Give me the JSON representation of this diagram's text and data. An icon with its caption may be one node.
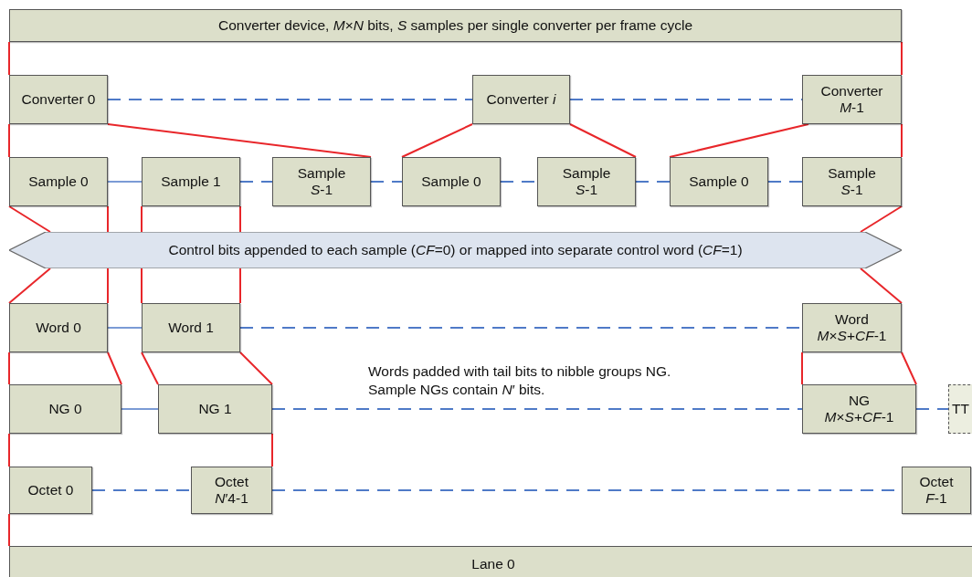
{
  "diagram": {
    "nodes": [
      {
        "text": [
          "Converter device, *M*×*N* bits, *S* samples per single converter per frame cycle"
        ]
      },
      {
        "text": [
          "Converter 0"
        ]
      },
      {
        "text": [
          "Converter *i*"
        ]
      },
      {
        "text": [
          "Converter *M*-1"
        ]
      },
      {
        "text": [
          "Sample 0"
        ]
      },
      {
        "text": [
          "Sample 1"
        ]
      },
      {
        "text": [
          "Sample *S*-1"
        ]
      },
      {
        "text": [
          "Sample 0"
        ]
      },
      {
        "text": [
          "Sample *S*-1"
        ]
      },
      {
        "text": [
          "Sample 0"
        ]
      },
      {
        "text": [
          "Sample *S*-1"
        ]
      },
      {
        "text": [
          "Control bits appended to each sample (*CF*=0) or mapped into separate control word (*CF*=1)"
        ]
      },
      {
        "text": [
          "Word 0"
        ]
      },
      {
        "text": [
          "Word 1"
        ]
      },
      {
        "text": [
          "Word *M*×*S*+*CF*-1"
        ]
      },
      {
        "text": [
          "NG 0"
        ]
      },
      {
        "text": [
          "NG 1"
        ]
      },
      {
        "text": [
          "NG *M*×*S*+*CF*-1"
        ]
      },
      {
        "text": [
          "TT"
        ]
      },
      {
        "text": [
          "Octet 0"
        ]
      },
      {
        "text": [
          "Octet *N*′4-1"
        ]
      },
      {
        "text": [
          "Octet *F*-1"
        ]
      },
      {
        "text": [
          "Lane 0"
        ]
      }
    ],
    "edges": [
      {
        "from": 0,
        "to": 1,
        "arrow": "none"
      },
      {
        "from": 0,
        "to": 3,
        "arrow": "none"
      },
      {
        "from": 1,
        "to": 4,
        "arrow": "none"
      },
      {
        "from": 1,
        "to": 6,
        "arrow": "none"
      },
      {
        "from": 2,
        "to": 7,
        "arrow": "none"
      },
      {
        "from": 2,
        "to": 8,
        "arrow": "none"
      },
      {
        "from": 3,
        "to": 9,
        "arrow": "none"
      },
      {
        "from": 3,
        "to": 10,
        "arrow": "none"
      },
      {
        "from": 4,
        "to": 11,
        "arrow": "none"
      },
      {
        "from": 4,
        "to": 11,
        "arrow": "none"
      },
      {
        "from": 5,
        "to": 11,
        "arrow": "none"
      },
      {
        "from": 5,
        "to": 11,
        "arrow": "none"
      },
      {
        "from": 10,
        "to": 11,
        "arrow": "none"
      },
      {
        "from": 11,
        "to": 12,
        "arrow": "none"
      },
      {
        "from": 11,
        "to": 12,
        "arrow": "none"
      },
      {
        "from": 11,
        "to": 13,
        "arrow": "none"
      },
      {
        "from": 11,
        "to": 13,
        "arrow": "none"
      },
      {
        "from": 11,
        "to": 14,
        "arrow": "none"
      },
      {
        "from": 12,
        "to": 15,
        "arrow": "none"
      },
      {
        "from": 12,
        "to": 15,
        "arrow": "none"
      },
      {
        "from": 13,
        "to": 16,
        "arrow": "none"
      },
      {
        "from": 13,
        "to": 16,
        "arrow": "none"
      },
      {
        "from": 14,
        "to": 17,
        "arrow": "none"
      },
      {
        "from": 14,
        "to": 17,
        "arrow": "none"
      },
      {
        "from": 15,
        "to": 19,
        "arrow": "none"
      },
      {
        "from": 16,
        "to": 20,
        "arrow": "none"
      },
      {
        "from": 19,
        "to": 22,
        "arrow": "none"
      },
      {
        "from": 1,
        "to": 2,
        "arrow": "none",
        "style": "dashed",
        "color": "#4f7ac7"
      },
      {
        "from": 2,
        "to": 3,
        "arrow": "none",
        "style": "dashed",
        "color": "#4f7ac7"
      },
      {
        "from": 4,
        "to": 5,
        "arrow": "none",
        "color": "#4f7ac7"
      },
      {
        "from": 5,
        "to": 6,
        "arrow": "none",
        "style": "dashed",
        "color": "#4f7ac7"
      },
      {
        "from": 6,
        "to": 7,
        "arrow": "none",
        "style": "dashed",
        "color": "#4f7ac7"
      },
      {
        "from": 7,
        "to": 8,
        "arrow": "none",
        "style": "dashed",
        "color": "#4f7ac7"
      },
      {
        "from": 8,
        "to": 9,
        "arrow": "none",
        "style": "dashed",
        "color": "#4f7ac7"
      },
      {
        "from": 9,
        "to": 10,
        "arrow": "none",
        "style": "dashed",
        "color": "#4f7ac7"
      },
      {
        "from": 12,
        "to": 13,
        "arrow": "none",
        "color": "#4f7ac7"
      },
      {
        "from": 13,
        "to": 14,
        "arrow": "none",
        "style": "dashed",
        "color": "#4f7ac7"
      },
      {
        "from": 15,
        "to": 16,
        "arrow": "none",
        "color": "#4f7ac7"
      },
      {
        "from": 16,
        "to": 17,
        "arrow": "none",
        "style": "dashed",
        "color": "#4f7ac7"
      },
      {
        "from": 17,
        "to": 18,
        "arrow": "none",
        "style": "dashed",
        "color": "#4f7ac7"
      },
      {
        "from": 19,
        "to": 20,
        "arrow": "none",
        "style": "dashed",
        "color": "#4f7ac7"
      },
      {
        "from": 20,
        "to": 21,
        "arrow": "none",
        "style": "dashed",
        "color": "#4f7ac7"
      }
    ],
    "labels": [
      "Words padded with tail bits to nibble groups NG. Sample NGs contain *N*′ bits."
    ]
  }
}
